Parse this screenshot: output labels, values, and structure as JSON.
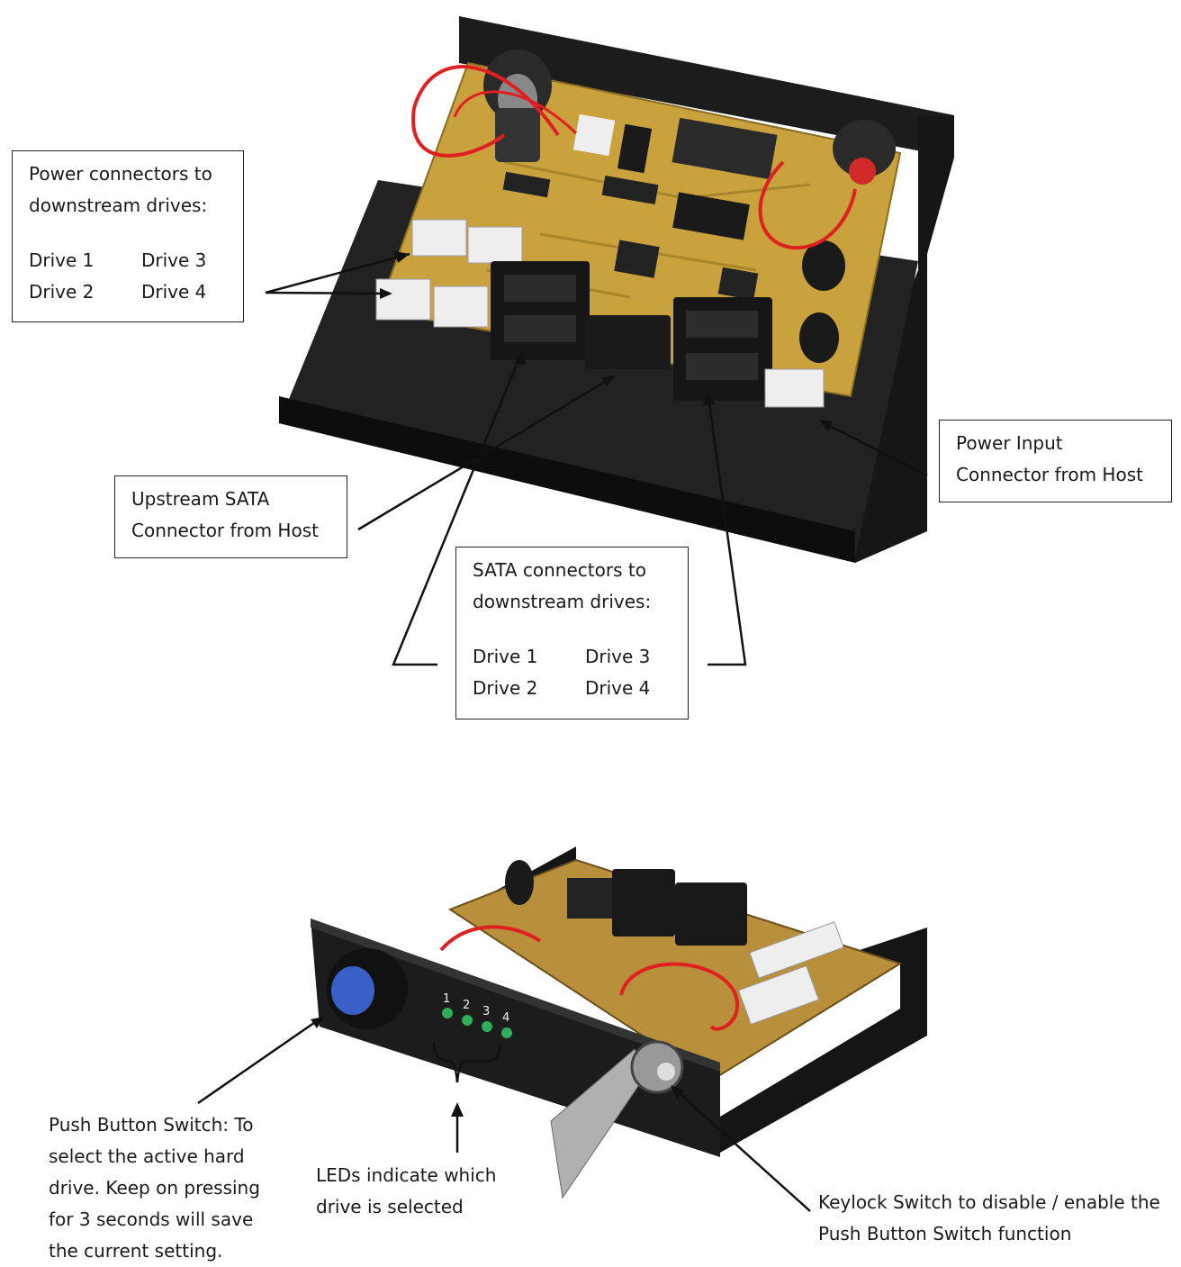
{
  "power_connectors_box": {
    "line1": "Power connectors to",
    "line2": "downstream drives:",
    "drives": [
      "Drive 1",
      "Drive 3",
      "Drive 2",
      "Drive 4"
    ]
  },
  "sata_connectors_box": {
    "line1": "SATA connectors to",
    "line2": "downstream drives:",
    "drives": [
      "Drive 1",
      "Drive 3",
      "Drive 2",
      "Drive 4"
    ]
  },
  "upstream_sata_box": {
    "line1": "Upstream SATA",
    "line2": "Connector from Host"
  },
  "power_input_box": {
    "line1": "Power Input",
    "line2": "Connector from Host"
  },
  "led_digits": [
    "1",
    "2",
    "3",
    "4"
  ],
  "push_button_note": {
    "lines": [
      "Push Button Switch: To",
      "select the active hard",
      "drive. Keep on pressing",
      "for 3 seconds will save",
      "the current setting."
    ]
  },
  "leds_note": {
    "lines": [
      "LEDs indicate which",
      "drive is selected"
    ]
  },
  "keylock_note": {
    "lines": [
      "Keylock Switch to disable / enable the",
      "Push Button Switch function"
    ]
  },
  "colors": {
    "pcb": "#c9a23e",
    "chassis": "#1c1c1c",
    "button": "#3b5fc9",
    "led": "#2fae5a",
    "wire": "#e02020",
    "connector_white": "#eeeeee"
  }
}
